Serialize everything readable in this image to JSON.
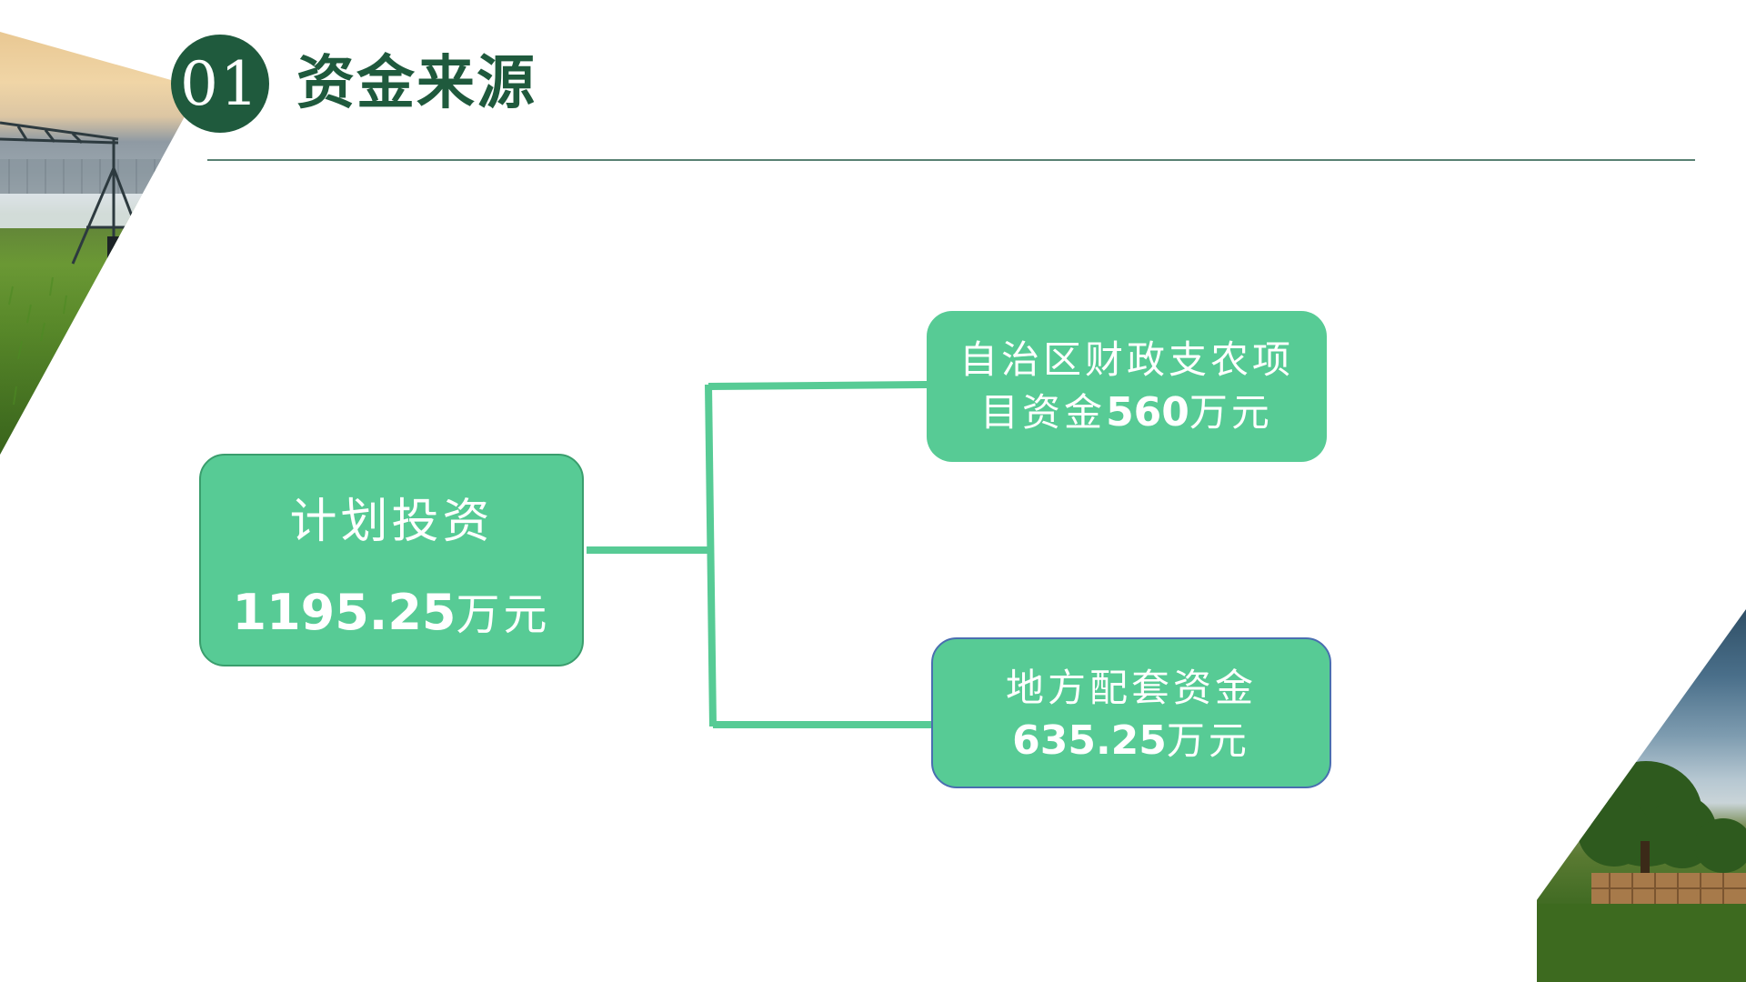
{
  "header": {
    "badge_number": "01",
    "title": "资金来源"
  },
  "diagram": {
    "main": {
      "label": "计划投资",
      "amount": "1195.25",
      "unit": "万元"
    },
    "top": {
      "line1": "自治区财政支农项",
      "line2_prefix": "目资金",
      "amount": "560",
      "unit": "万元"
    },
    "bottom": {
      "line1": "地方配套资金",
      "amount": "635.25",
      "unit": "万元"
    }
  },
  "colors": {
    "brand_dark_green": "#1f5a3d",
    "box_green": "#57cb95",
    "connector_green": "#57cb95",
    "rule": "#3c6b5a"
  },
  "decorations": {
    "top_left_image": "irrigation-field-photo",
    "bottom_right_image": "farm-tree-photo"
  }
}
